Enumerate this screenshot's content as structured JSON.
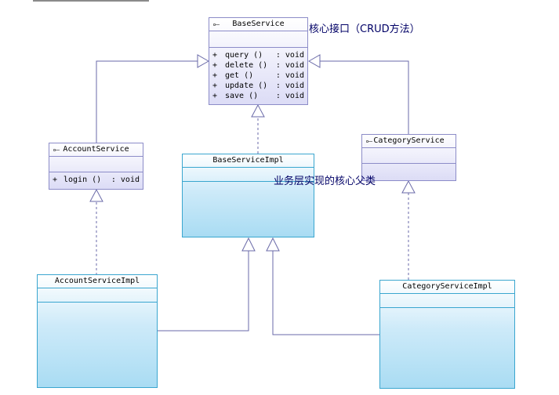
{
  "classes": {
    "base_service": {
      "name": "BaseService",
      "operations": [
        {
          "vis": "+",
          "name": "query ()",
          "type": ": void"
        },
        {
          "vis": "+",
          "name": "delete ()",
          "type": ": void"
        },
        {
          "vis": "+",
          "name": "get ()",
          "type": ": void"
        },
        {
          "vis": "+",
          "name": "update ()",
          "type": ": void"
        },
        {
          "vis": "+",
          "name": "save ()",
          "type": ": void"
        }
      ]
    },
    "account_service": {
      "name": "AccountService",
      "operations": [
        {
          "vis": "+",
          "name": "login ()",
          "type": ": void"
        }
      ]
    },
    "category_service": {
      "name": "CategoryService"
    },
    "base_service_impl": {
      "name": "BaseServiceImpl"
    },
    "account_service_impl": {
      "name": "AccountServiceImpl"
    },
    "category_service_impl": {
      "name": "CategoryServiceImpl"
    }
  },
  "notes": {
    "base_service_note": "核心接口（CRUD方法）",
    "impl_note": "业务层实现的核心父类"
  },
  "colors": {
    "interface_border": "#8c8cc8",
    "interface_fill": "#dcdcf6",
    "class_border": "#3aa6cf",
    "class_fill": "#a9dcf3",
    "line": "#6a6aa8",
    "note_text": "#000066"
  }
}
